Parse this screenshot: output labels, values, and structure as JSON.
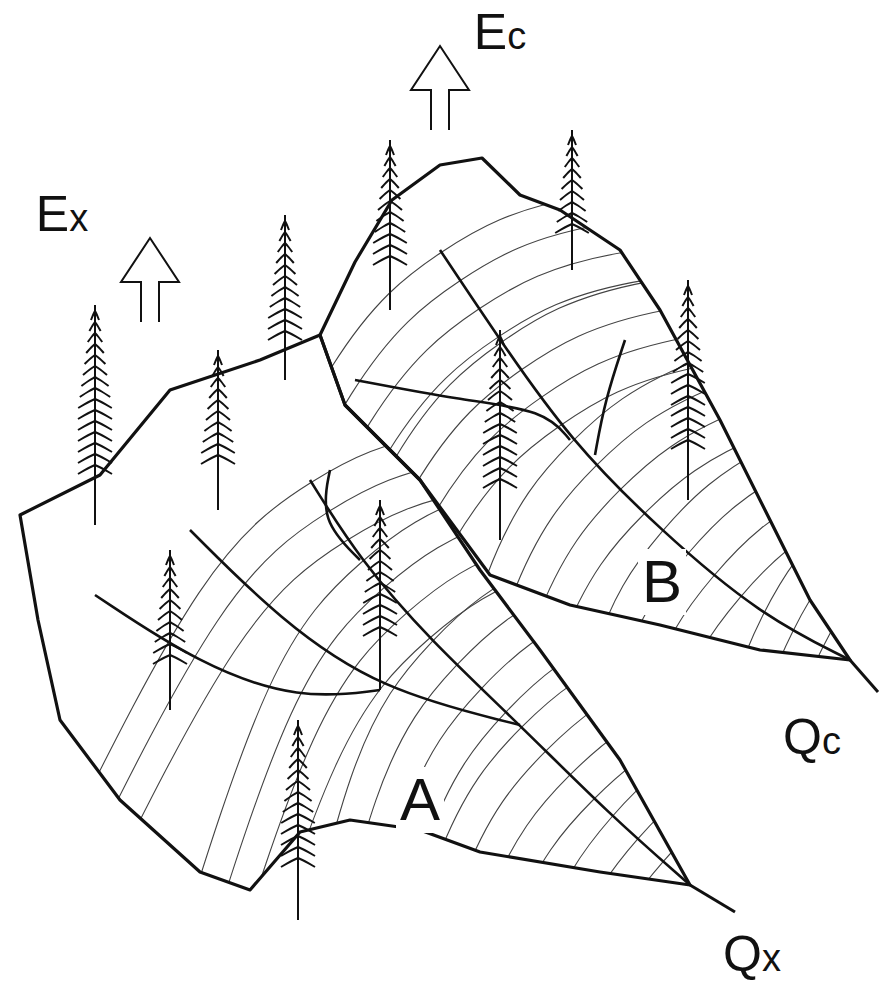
{
  "diagram": {
    "nodes": [
      {
        "text": [
          "A"
        ]
      },
      {
        "text": [
          "B"
        ]
      }
    ],
    "labels": [
      "Ex",
      "Ec",
      "Qx",
      "Qc"
    ]
  }
}
